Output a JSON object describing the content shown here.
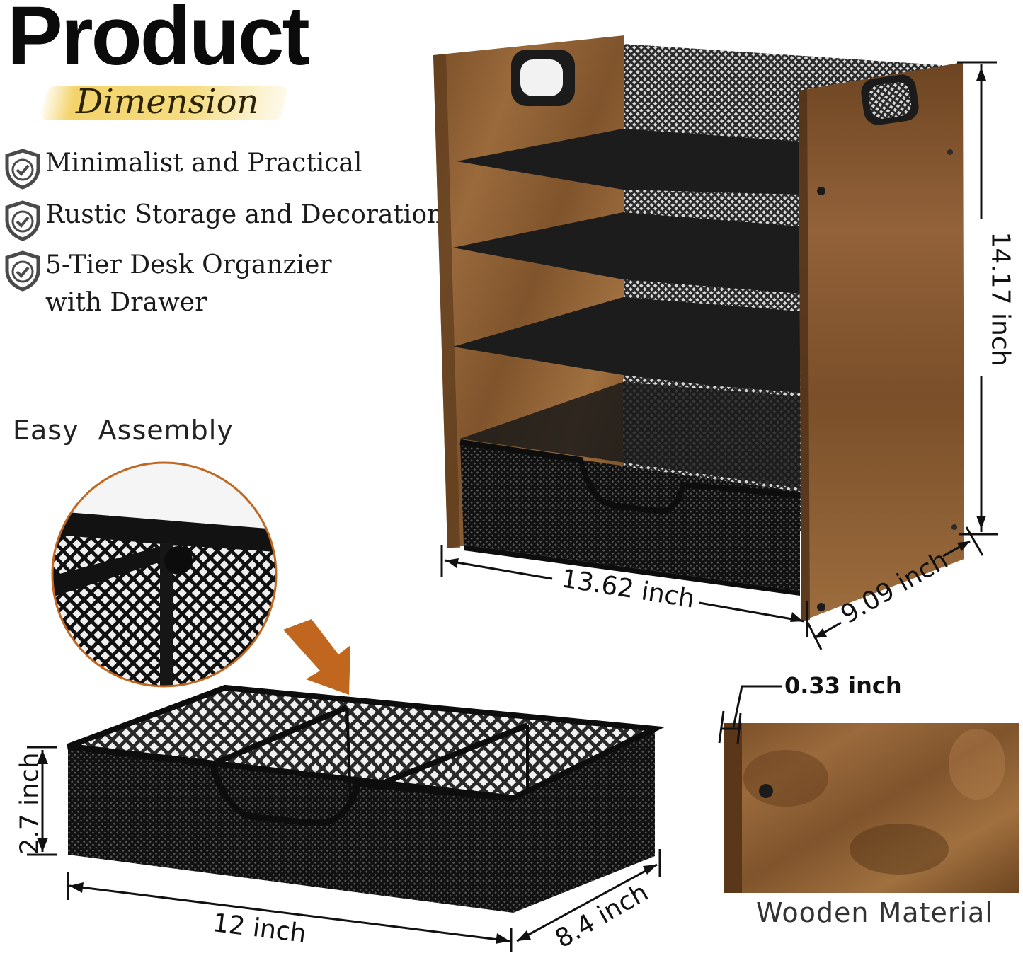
{
  "header": {
    "title": "Product",
    "subtitle": "Dimension"
  },
  "features": [
    {
      "icon": "shield-check-icon",
      "lines": [
        "Minimalist and Practical"
      ]
    },
    {
      "icon": "shield-check-icon",
      "lines": [
        "Rustic Storage and Decoration"
      ]
    },
    {
      "icon": "shield-check-icon",
      "lines": [
        "5-Tier Desk Organzier",
        "with Drawer"
      ]
    }
  ],
  "assembly": {
    "label": "Easy  Assembly"
  },
  "organizer_dimensions": {
    "height": "14.17 inch",
    "width": "13.62 inch",
    "depth": "9.09 inch"
  },
  "drawer_dimensions": {
    "height": "2.7 inch",
    "width": "12 inch",
    "depth": "8.4 inch"
  },
  "material": {
    "thickness": "0.33 inch",
    "label": "Wooden Material"
  },
  "colors": {
    "wood": "#8a5a2e",
    "wood_dark": "#5b3a1c",
    "metal": "#1b1b1b",
    "highlight": "#f3d36a",
    "callout_orange": "#c0661e"
  }
}
